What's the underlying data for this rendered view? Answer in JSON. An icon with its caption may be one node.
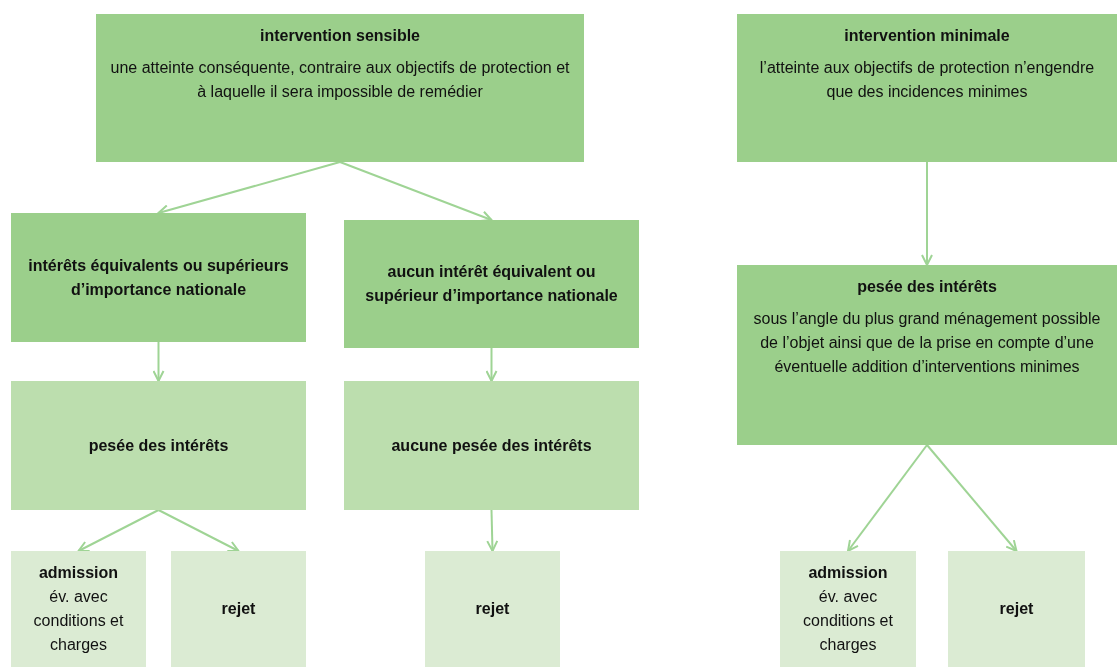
{
  "diagram": {
    "nodes": [
      {
        "text": [
          "intervention sensible",
          "une atteinte conséquente, contraire aux objectifs de protection et à laquelle il sera impossible de remédier"
        ]
      },
      {
        "text": [
          "intérêts équivalents ou supérieurs d’importance nationale"
        ]
      },
      {
        "text": [
          "aucun intérêt équivalent ou supérieur d’importance nationale"
        ]
      },
      {
        "text": [
          "pesée des intérêts"
        ]
      },
      {
        "text": [
          "aucune pesée des intérêts"
        ]
      },
      {
        "text": [
          "admission",
          "év. avec conditions et charges"
        ]
      },
      {
        "text": [
          "rejet"
        ]
      },
      {
        "text": [
          "rejet"
        ]
      },
      {
        "text": [
          "intervention minimale",
          "l’atteinte aux objectifs de protection n’engendre que des incidences minimes"
        ]
      },
      {
        "text": [
          "pesée des intérêts",
          "sous l’angle du plus grand ménagement possible de l’objet ainsi que de la prise en compte d’une éventuelle addition d’interventions minimes"
        ]
      },
      {
        "text": [
          "admission",
          "év. avec conditions et charges"
        ]
      },
      {
        "text": [
          "rejet"
        ]
      }
    ],
    "edges": [
      {
        "from": 0,
        "to": 1,
        "arrow": "to"
      },
      {
        "from": 0,
        "to": 2,
        "arrow": "to"
      },
      {
        "from": 1,
        "to": 3,
        "arrow": "to"
      },
      {
        "from": 2,
        "to": 4,
        "arrow": "to"
      },
      {
        "from": 3,
        "to": 5,
        "arrow": "to"
      },
      {
        "from": 3,
        "to": 6,
        "arrow": "to"
      },
      {
        "from": 4,
        "to": 7,
        "arrow": "to"
      },
      {
        "from": 8,
        "to": 9,
        "arrow": "to"
      },
      {
        "from": 9,
        "to": 10,
        "arrow": "to"
      },
      {
        "from": 9,
        "to": 11,
        "arrow": "to"
      }
    ]
  }
}
